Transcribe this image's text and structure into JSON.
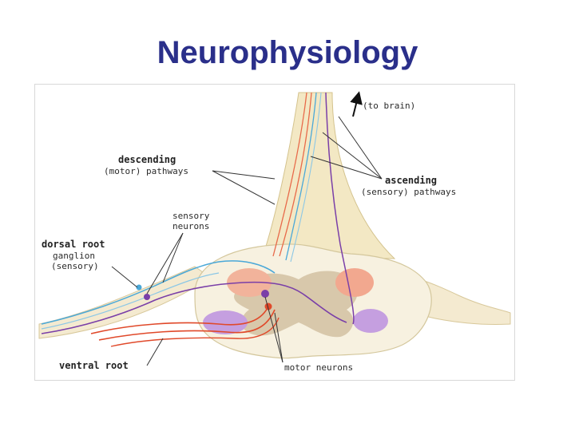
{
  "slide": {
    "title": "Neurophysiology"
  },
  "diagram": {
    "labels": {
      "to_brain": "(to brain)",
      "descending_title": "descending",
      "descending_sub": "(motor) pathways",
      "sensory_1": "sensory",
      "sensory_2": "neurons",
      "dorsal_title": "dorsal root",
      "dorsal_sub1": "ganglion",
      "dorsal_sub2": "(sensory)",
      "ascending_title": "ascending",
      "ascending_sub": "(sensory) pathways",
      "ventral": "ventral root",
      "motor": "motor neurons"
    },
    "colors": {
      "cord": "#f6efda",
      "white_matter_tract": "#efe2b8",
      "grey_matter": "#c9b8a0",
      "motor_horn": "#f2b39b",
      "sensory_tract": "#c7a3e0",
      "motor_path": "#e0492a",
      "sensory_path": "#7a3fa8",
      "afferent_path": "#4aa8d8"
    }
  }
}
